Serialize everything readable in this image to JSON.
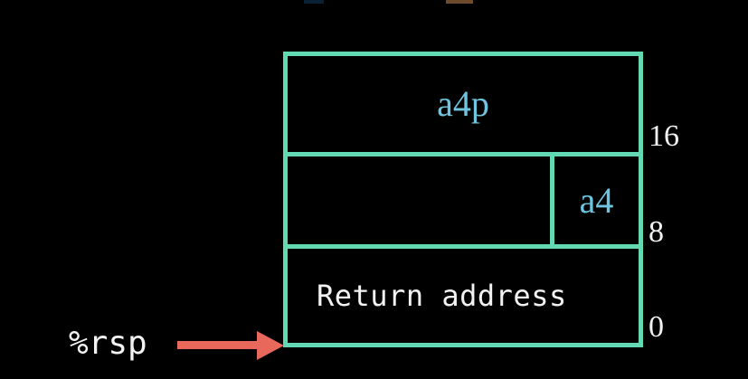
{
  "theme": {
    "background": "#000000",
    "frame_color": "#62D9B2",
    "value_color": "#6FC5E0",
    "label_color": "#F2F2F2",
    "arrow_color": "#E8685C"
  },
  "diagram": {
    "kind": "stack-frame",
    "pointer": {
      "register_label": "%rsp",
      "points_to": "bottom of frame (offset 0)"
    },
    "slots": [
      {
        "id": "slot-top",
        "text": "a4p",
        "align": "center",
        "text_style": "serif",
        "split": false
      },
      {
        "id": "slot-mid",
        "text": "a4",
        "align": "right-cell",
        "text_style": "serif",
        "split": true,
        "left_cell_text": ""
      },
      {
        "id": "slot-bot",
        "text": "Return address",
        "align": "left",
        "text_style": "mono",
        "split": false
      }
    ],
    "offsets": [
      {
        "value": "16",
        "at": "top of middle slot"
      },
      {
        "value": "8",
        "at": "bottom of middle slot"
      },
      {
        "value": "0",
        "at": "bottom of frame"
      }
    ]
  }
}
